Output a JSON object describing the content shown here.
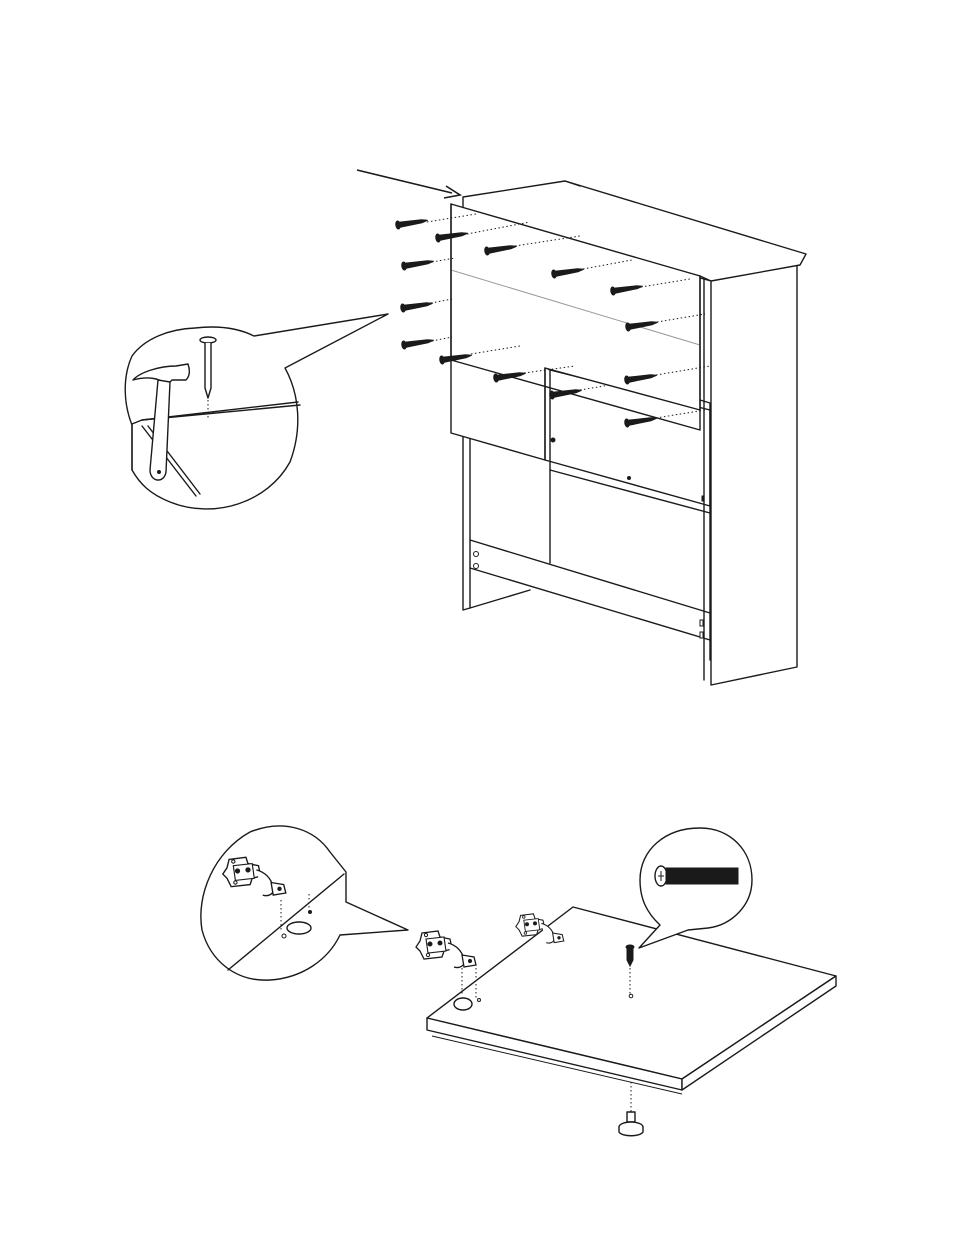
{
  "page": {
    "background": "#ffffff",
    "ink_color": "#1a1a1a"
  },
  "figures": [
    {
      "id": "back-panel-assembly",
      "parts": [
        "cabinet-carcass",
        "back-panel",
        "screws",
        "hammer-detail-callout"
      ],
      "screw_count": 14,
      "icons": [
        "arrow-icon",
        "hammer-icon",
        "nail-icon",
        "screw-icon"
      ]
    },
    {
      "id": "door-hinge-assembly",
      "parts": [
        "door-panel",
        "hinges",
        "hinge-detail-callout",
        "screw-detail-callout",
        "knob"
      ],
      "hinge_count": 2,
      "icons": [
        "hinge-icon",
        "screw-icon",
        "knob-icon"
      ]
    }
  ]
}
